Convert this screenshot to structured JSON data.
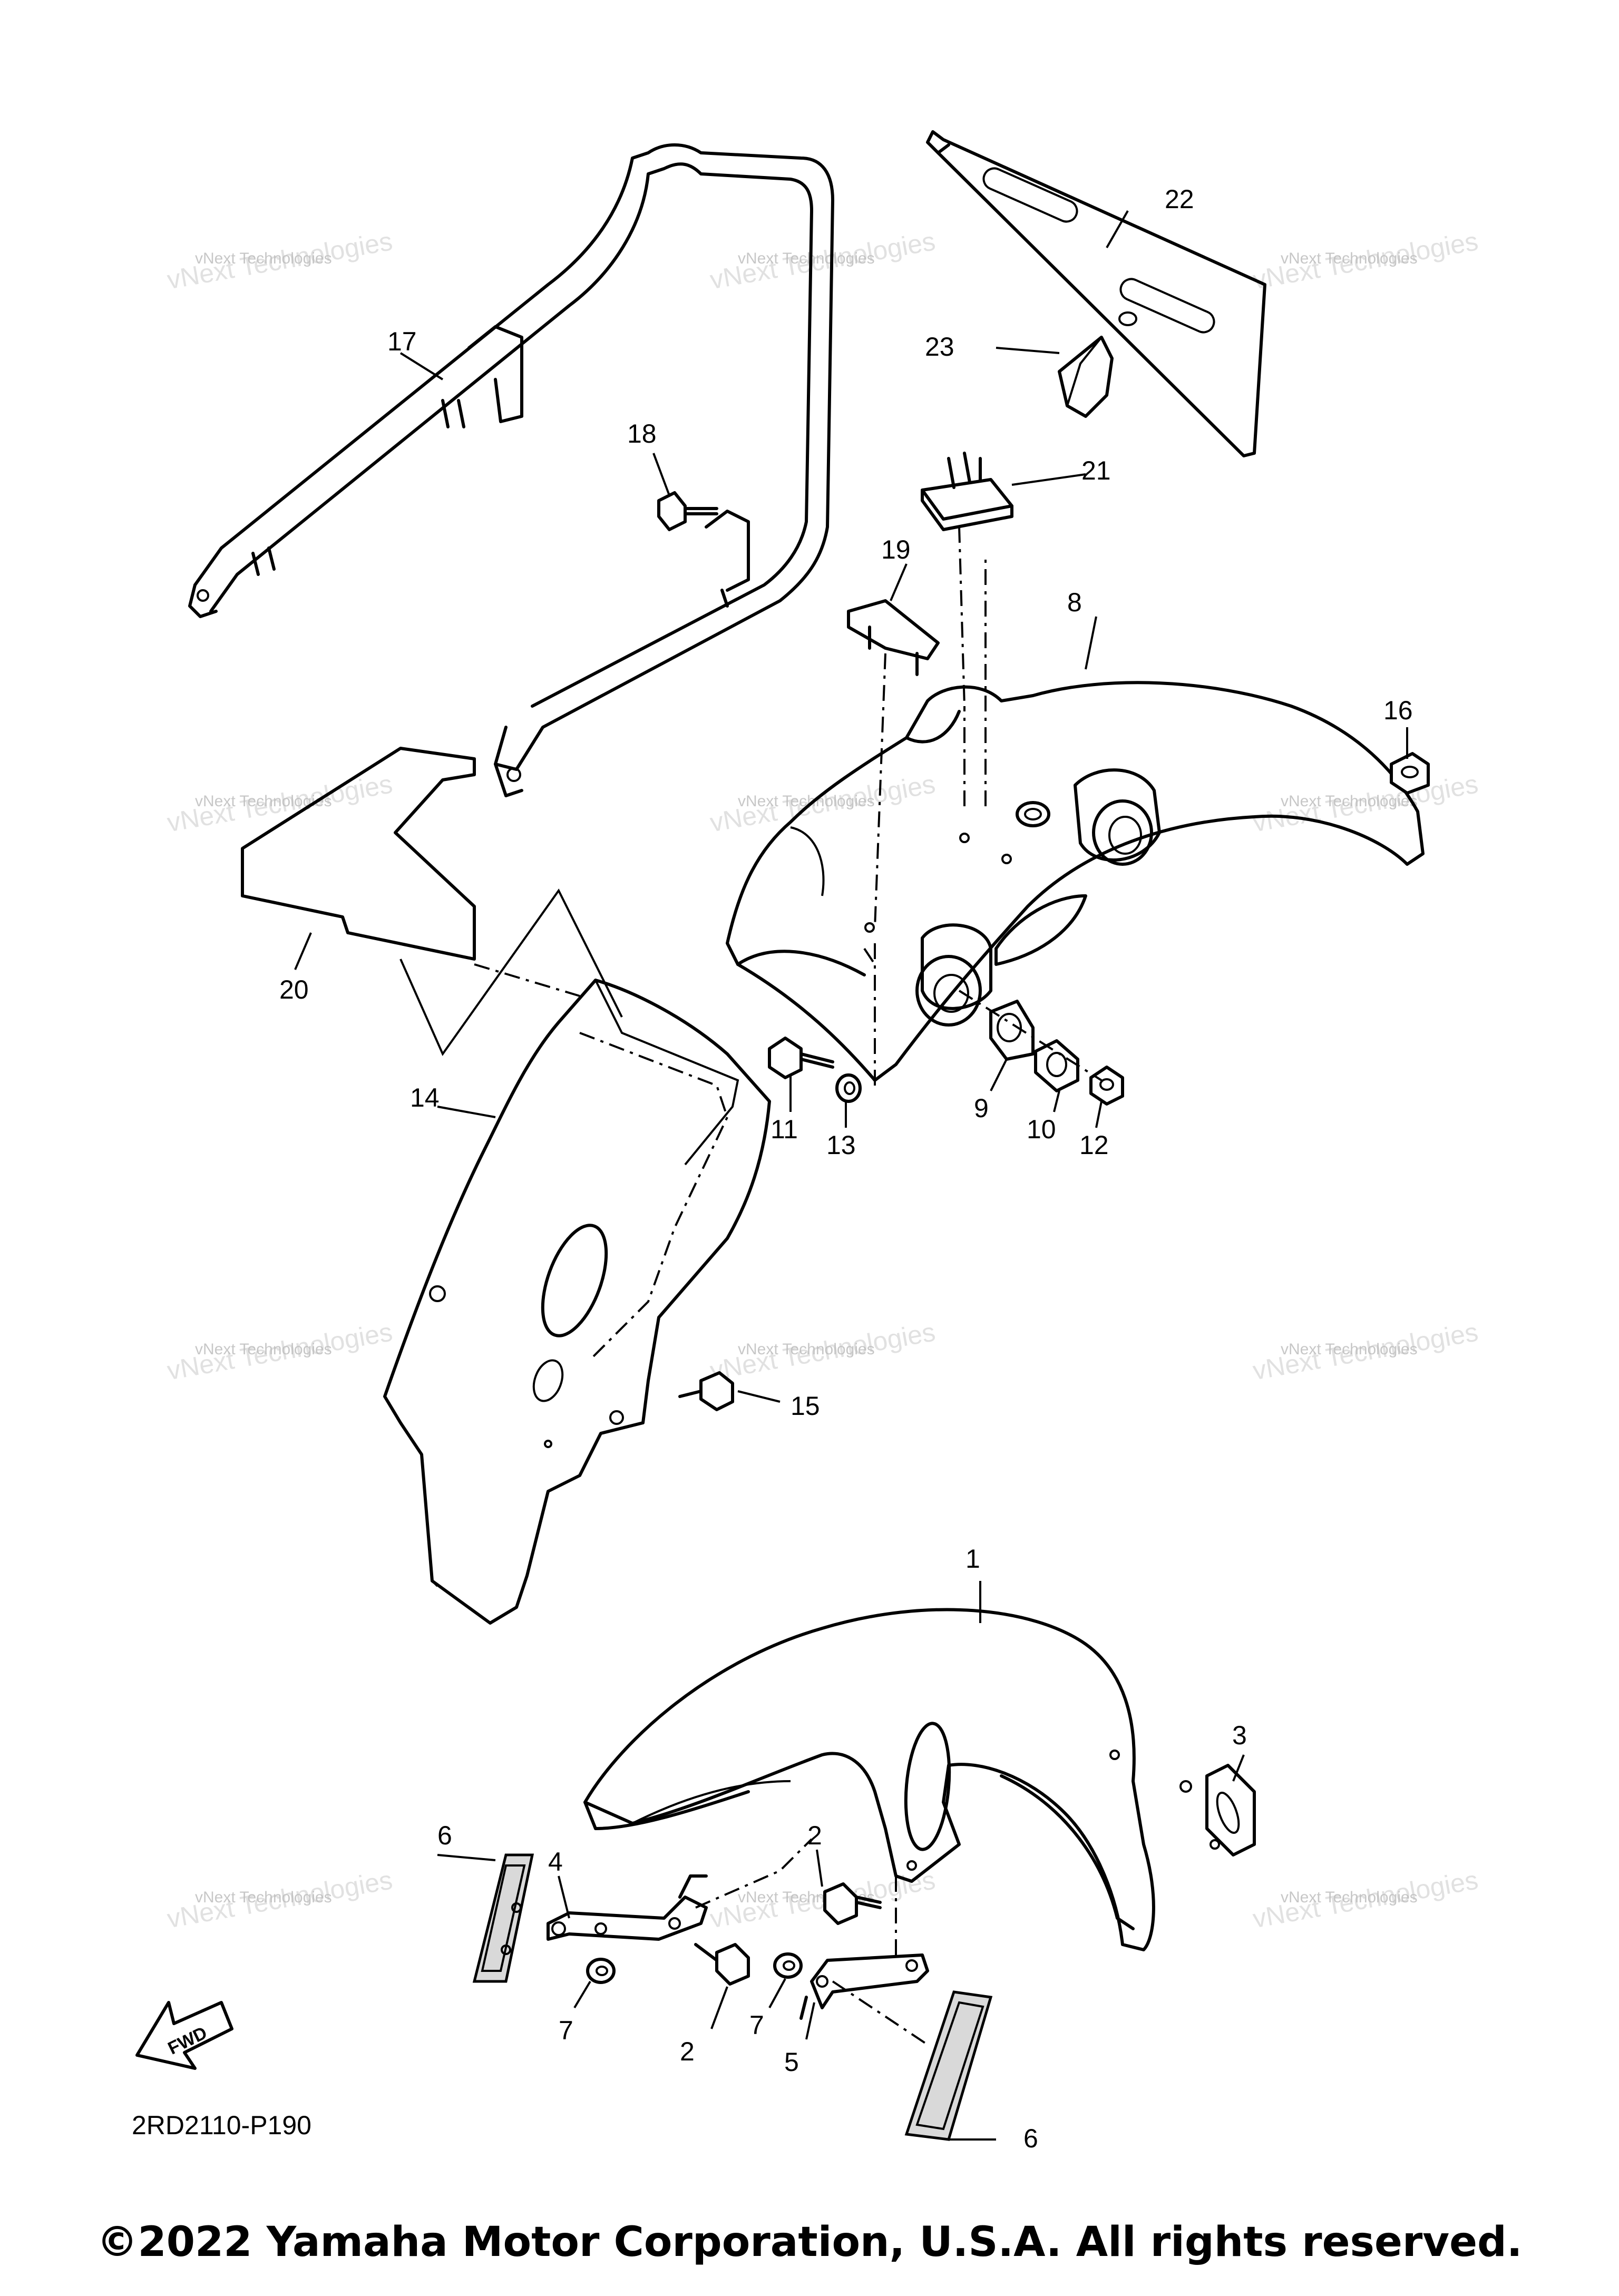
{
  "diagram": {
    "code": "2RD2110-P190",
    "fwd_label": "FWD",
    "watermark": {
      "line1": "vNext Technologies",
      "line2": "vNext Technologies"
    },
    "callouts": [
      "1",
      "2",
      "2",
      "3",
      "4",
      "5",
      "6",
      "6",
      "7",
      "7",
      "8",
      "9",
      "10",
      "11",
      "12",
      "13",
      "14",
      "15",
      "16",
      "17",
      "18",
      "19",
      "20",
      "21",
      "22",
      "23"
    ]
  },
  "footer": {
    "copyright": "©2022 Yamaha Motor Corporation, U.S.A. All rights reserved."
  }
}
